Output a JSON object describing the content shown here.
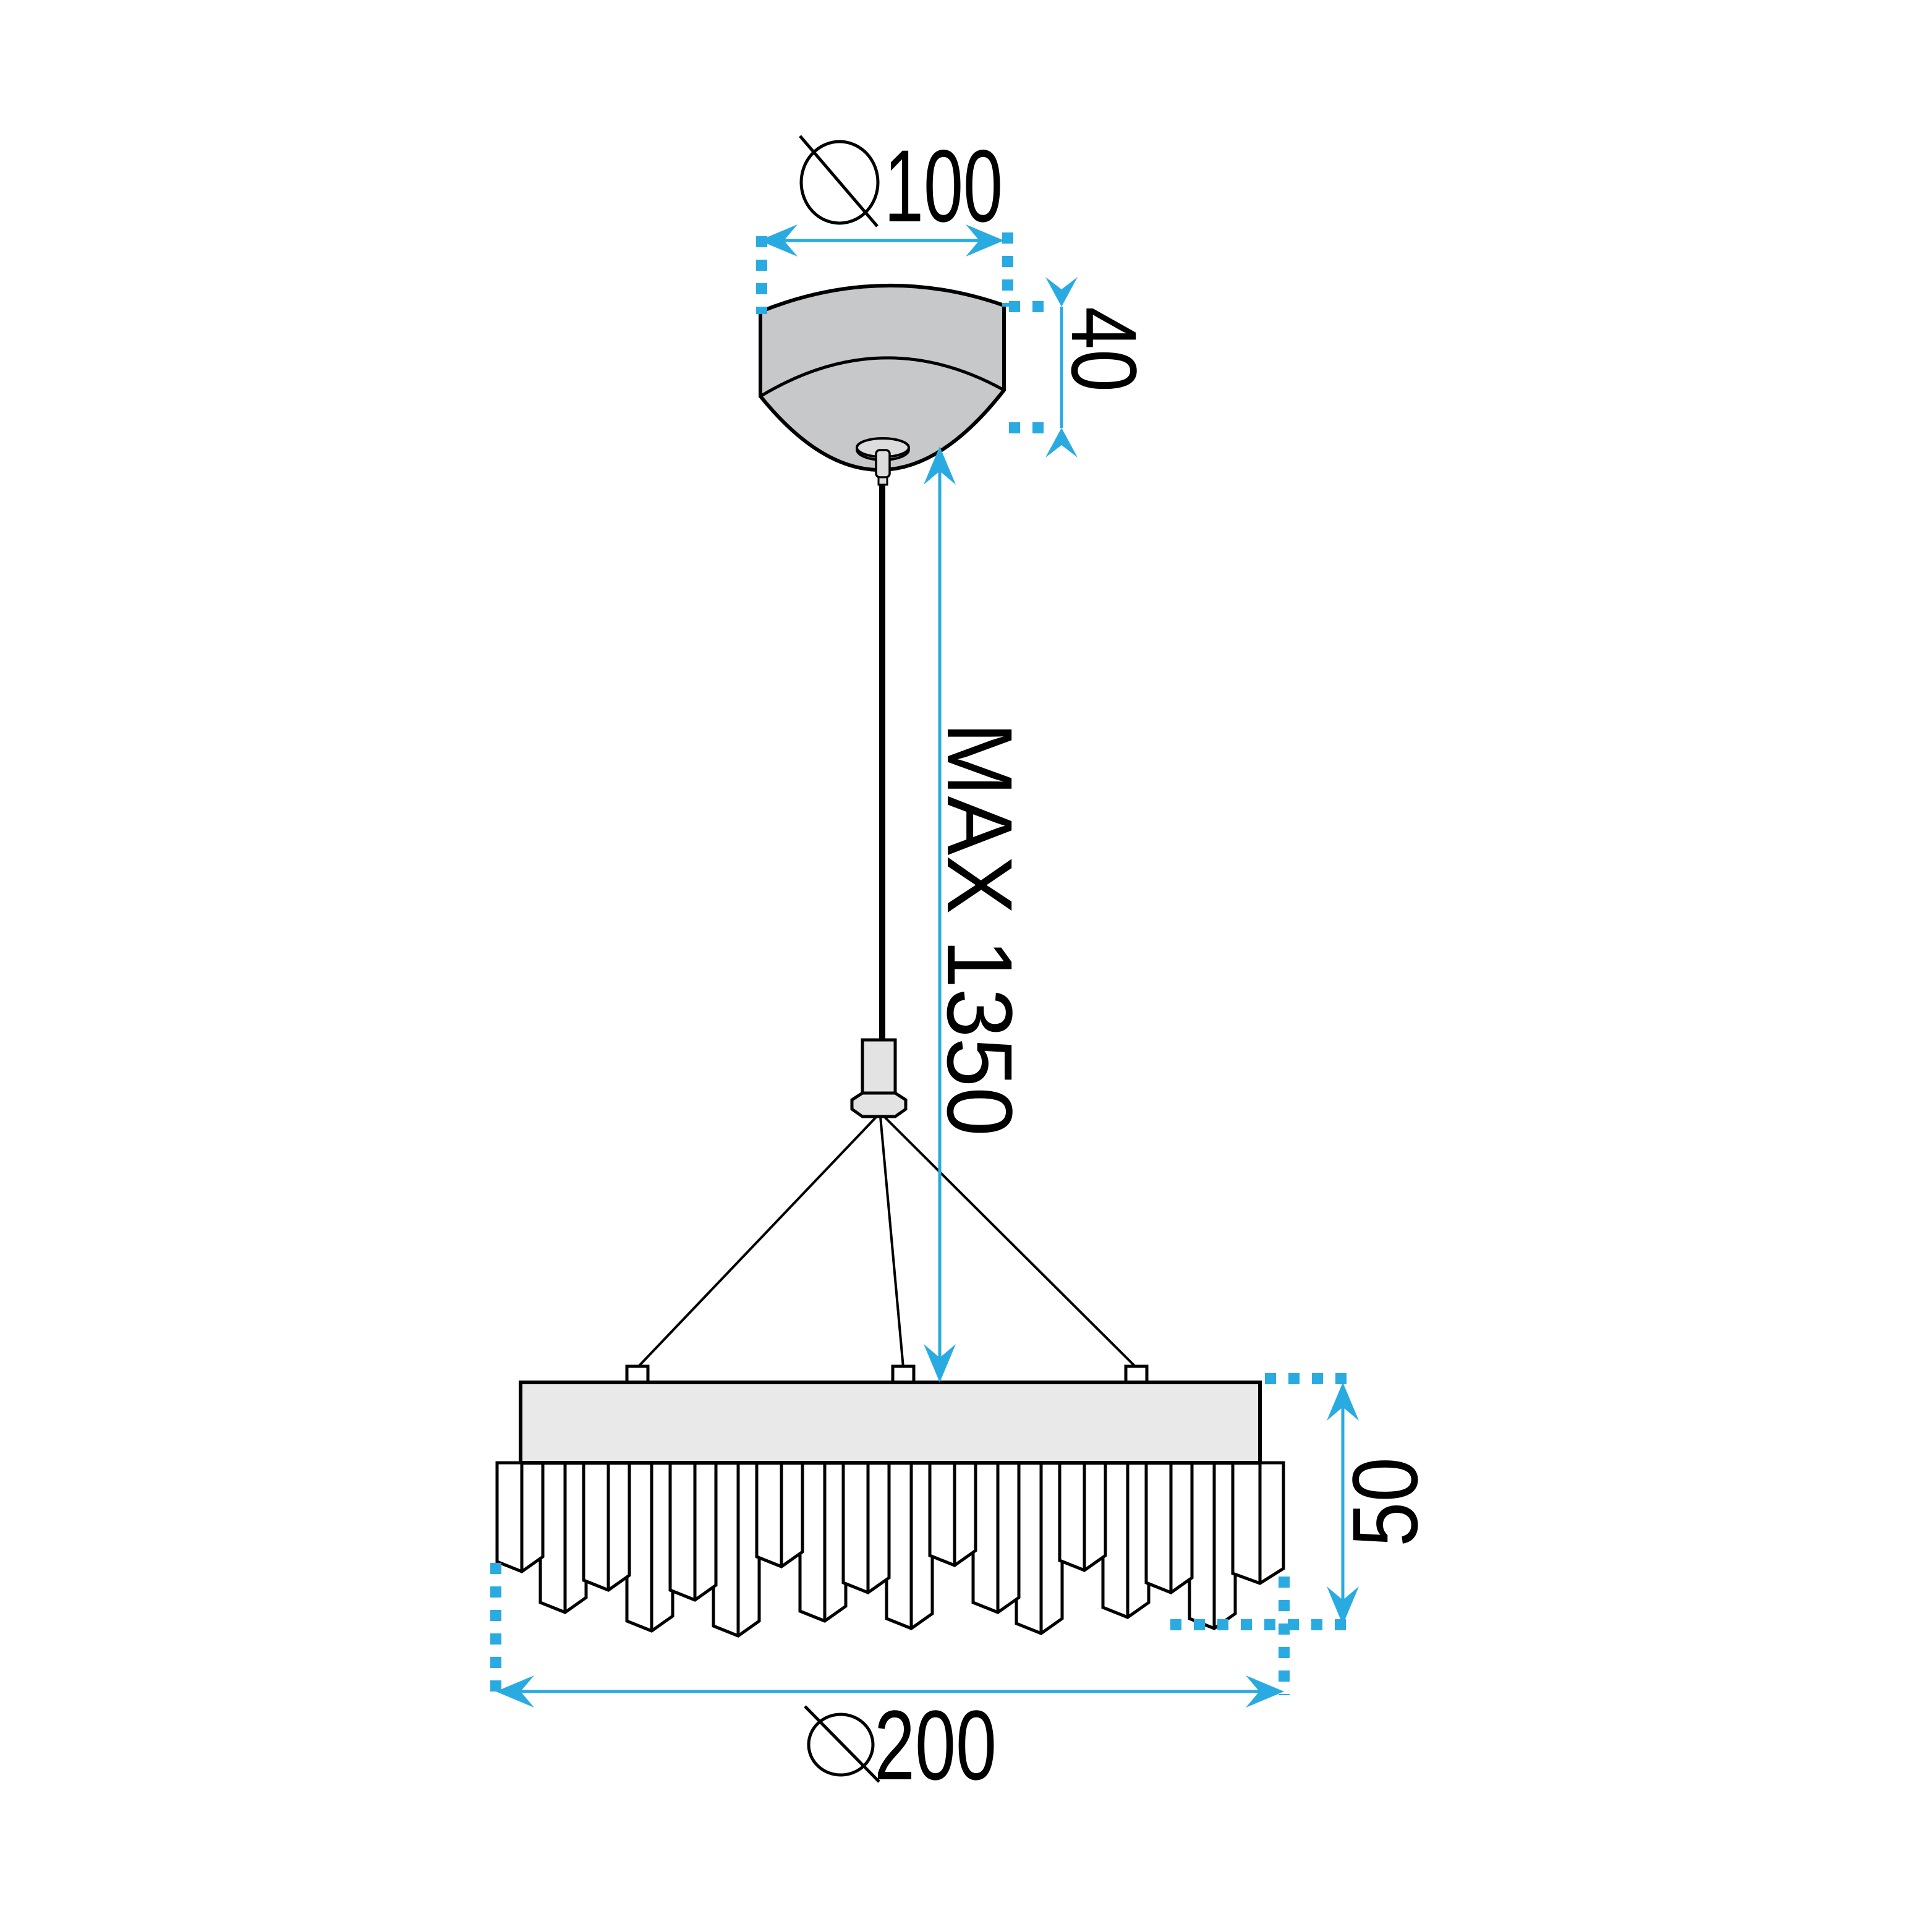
{
  "drawing": {
    "kind": "pendant-chandelier-dimension-diagram",
    "background": "#ffffff",
    "accent_color": "#29ABE2",
    "line_color": "#000000",
    "fills": {
      "canopy": "#c7c8c9",
      "band": "#e9e9e9",
      "cord_grip": "#e3e3e3",
      "crystal": "#ffffff"
    },
    "parts": {
      "canopy": "ceiling canopy",
      "cable": "suspension cable",
      "cord_grip": "cable gripper",
      "band": "chandelier ring",
      "crystals": "crystal prisms"
    },
    "dimensions": {
      "canopy_diameter": {
        "symbol": "diameter",
        "value": "100"
      },
      "canopy_height": {
        "value": "40"
      },
      "suspension_max": {
        "value": "MAX 1350"
      },
      "shade_height": {
        "value": "50"
      },
      "shade_diameter": {
        "symbol": "diameter",
        "value": "200"
      }
    }
  }
}
